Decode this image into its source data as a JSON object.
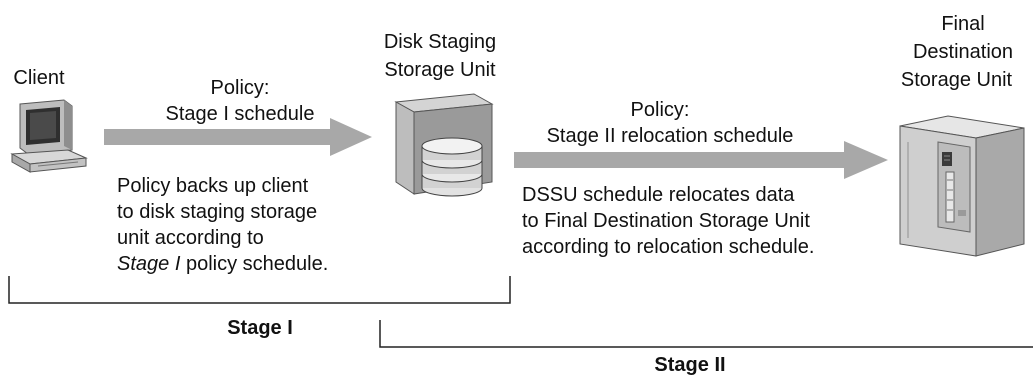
{
  "nodes": {
    "client": {
      "label": "Client"
    },
    "dssu": {
      "label_lines": [
        "Disk Staging",
        "Storage Unit"
      ]
    },
    "final": {
      "label_lines": [
        "Final",
        "Destination",
        "Storage Unit"
      ]
    }
  },
  "arrows": {
    "stage1": {
      "policy_lines": [
        "Policy:",
        "Stage I schedule"
      ]
    },
    "stage2": {
      "policy_lines": [
        "Policy:",
        "Stage II relocation schedule"
      ]
    }
  },
  "descriptions": {
    "stage1": {
      "lines": [
        "Policy backs up client",
        "to disk staging storage",
        "unit according to"
      ],
      "last_line_italic": "Stage I",
      "last_line_rest": " policy schedule."
    },
    "stage2": {
      "lines": [
        "DSSU schedule relocates data",
        "to Final Destination Storage Unit",
        "according to relocation schedule."
      ]
    }
  },
  "stages": {
    "stage1": {
      "label": "Stage I"
    },
    "stage2": {
      "label": "Stage II"
    }
  }
}
